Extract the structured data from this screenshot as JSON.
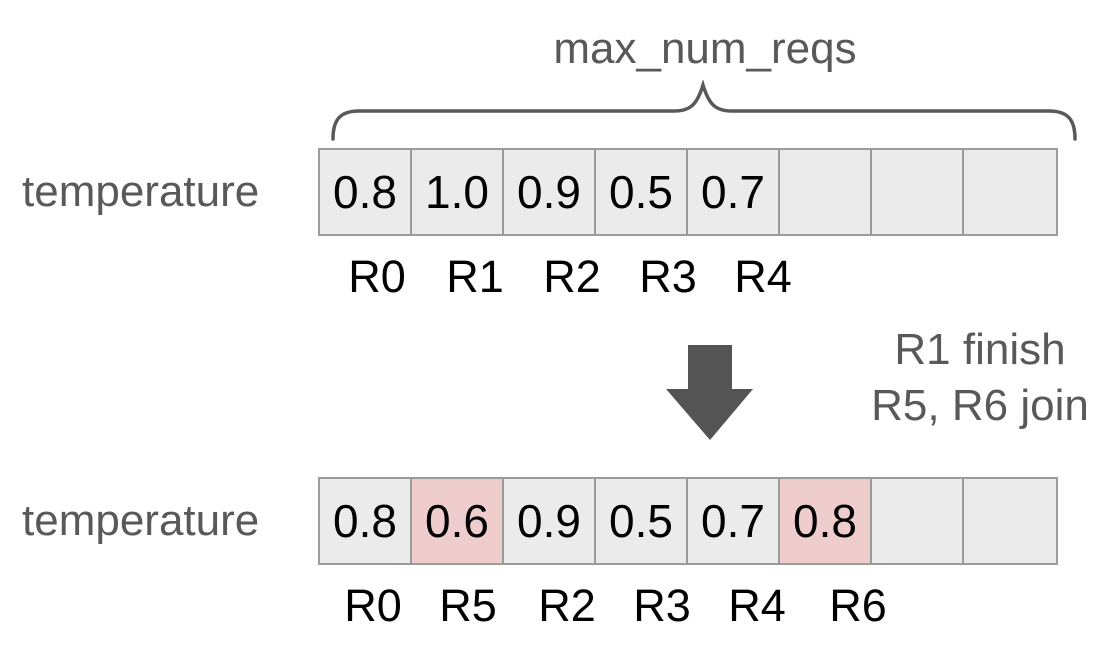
{
  "brace": {
    "label": "max_num_reqs"
  },
  "table_before": {
    "label": "temperature",
    "cells": [
      {
        "value": "0.8",
        "state": "normal"
      },
      {
        "value": "1.0",
        "state": "normal"
      },
      {
        "value": "0.9",
        "state": "normal"
      },
      {
        "value": "0.5",
        "state": "normal"
      },
      {
        "value": "0.7",
        "state": "normal"
      },
      {
        "value": "",
        "state": "normal"
      },
      {
        "value": "",
        "state": "normal"
      },
      {
        "value": "",
        "state": "normal"
      }
    ],
    "requests": [
      "R0",
      "R1",
      "R2",
      "R3",
      "R4"
    ]
  },
  "transition": {
    "arrow_icon": "down-arrow",
    "line1": "R1 finish",
    "line2": "R5, R6 join"
  },
  "table_after": {
    "label": "temperature",
    "cells": [
      {
        "value": "0.8",
        "state": "normal"
      },
      {
        "value": "0.6",
        "state": "highlight"
      },
      {
        "value": "0.9",
        "state": "normal"
      },
      {
        "value": "0.5",
        "state": "normal"
      },
      {
        "value": "0.7",
        "state": "normal"
      },
      {
        "value": "0.8",
        "state": "highlight"
      },
      {
        "value": "",
        "state": "normal"
      },
      {
        "value": "",
        "state": "normal"
      }
    ],
    "requests": [
      "R0",
      "R5",
      "R2",
      "R3",
      "R4",
      "R6"
    ]
  },
  "colors": {
    "gray_text": "#595959",
    "value_text": "#000000",
    "cell_fill": "#ebebeb",
    "cell_highlight_fill": "#efcdcd",
    "cell_border": "#9b9b9b",
    "arrow_fill": "#545454"
  }
}
